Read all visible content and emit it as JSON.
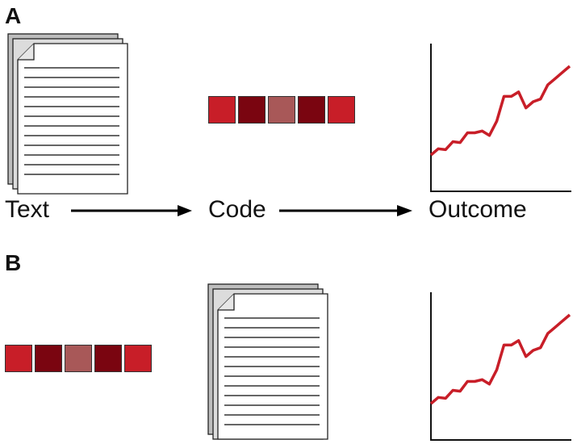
{
  "panel_a": {
    "label": "A",
    "steps": [
      {
        "label": "Text"
      },
      {
        "label": "Code"
      },
      {
        "label": "Outcome"
      }
    ]
  },
  "panel_b": {
    "label": "B"
  },
  "code_colors": [
    "#C81E28",
    "#7A0510",
    "#A85858",
    "#7A0510",
    "#C81E28"
  ],
  "line_color": "#C81E28",
  "outcome_trend": [
    0.0,
    0.07,
    0.06,
    0.15,
    0.14,
    0.25,
    0.25,
    0.27,
    0.22,
    0.38,
    0.66,
    0.66,
    0.71,
    0.53,
    0.6,
    0.63,
    0.79,
    0.86,
    0.93,
    1.0
  ]
}
